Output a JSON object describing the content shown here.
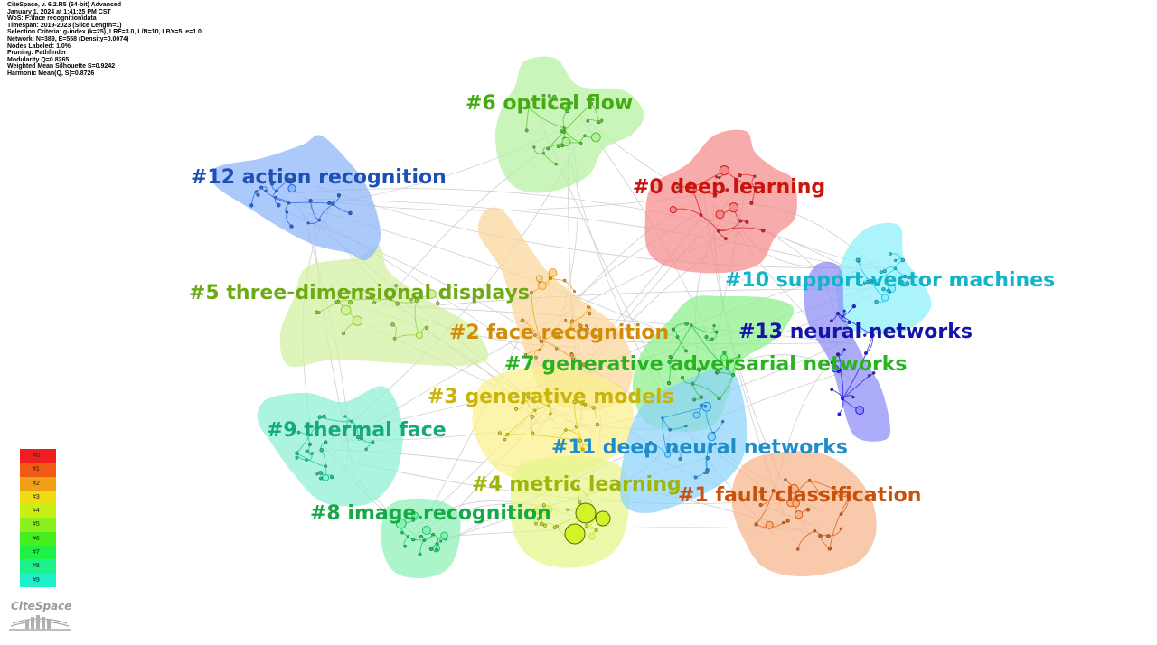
{
  "meta": {
    "lines": [
      "CiteSpace, v. 6.2.R5 (64-bit) Advanced",
      "January 1, 2024 at 1:41:25 PM CST",
      "WoS: F:\\face recognition\\data",
      "Timespan: 2019-2023 (Slice Length=1)",
      "Selection Criteria: g-index (k=25), LRF=3.0, L/N=10, LBY=5, e=1.0",
      "Network: N=389, E=558 (Density=0.0074)",
      "Nodes Labeled: 1.0%",
      "Pruning: Pathfinder",
      "Modularity Q=0.8265",
      "Weighted Mean Silhouette S=0.9242",
      "Harmonic Mean(Q, S)=0.8726"
    ]
  },
  "clusters": [
    {
      "id": "0",
      "label": "#0 deep learning",
      "text_color": "#c8140a",
      "fill": "#f48a8a",
      "node_color": "#d21e1e"
    },
    {
      "id": "1",
      "label": "#1 fault classification",
      "text_color": "#c8500a",
      "fill": "#f7b48a",
      "node_color": "#e05a10"
    },
    {
      "id": "2",
      "label": "#2 face recognition",
      "text_color": "#d28c0a",
      "fill": "#fbd59a",
      "node_color": "#e8a020"
    },
    {
      "id": "3",
      "label": "#3 generative models",
      "text_color": "#c8b40a",
      "fill": "#fbf08a",
      "node_color": "#e0d020"
    },
    {
      "id": "4",
      "label": "#4 metric learning",
      "text_color": "#a0b40a",
      "fill": "#e6f58a",
      "node_color": "#c8e620"
    },
    {
      "id": "5",
      "label": "#5 three-dimensional displays",
      "text_color": "#6eaa14",
      "fill": "#d2f0a0",
      "node_color": "#8cd232"
    },
    {
      "id": "6",
      "label": "#6 optical flow",
      "text_color": "#46aa14",
      "fill": "#b4f0a0",
      "node_color": "#50c828"
    },
    {
      "id": "7",
      "label": "#7 generative adversarial networks",
      "text_color": "#28b41e",
      "fill": "#8cf08c",
      "node_color": "#28c83c"
    },
    {
      "id": "8",
      "label": "#8 image recognition",
      "text_color": "#14aa46",
      "fill": "#8cf0b4",
      "node_color": "#14c864"
    },
    {
      "id": "9",
      "label": "#9 thermal face",
      "text_color": "#14aa78",
      "fill": "#8cf0d2",
      "node_color": "#14c896"
    },
    {
      "id": "10",
      "label": "#10 support vector machines",
      "text_color": "#14b4c8",
      "fill": "#8cf0fa",
      "node_color": "#14c8e6"
    },
    {
      "id": "11",
      "label": "#11 deep neural networks",
      "text_color": "#1e8cc8",
      "fill": "#8cd2fa",
      "node_color": "#1e96e6"
    },
    {
      "id": "12",
      "label": "#12 action recognition",
      "text_color": "#1e50b4",
      "fill": "#8cb4fa",
      "node_color": "#1e64e6"
    },
    {
      "id": "13",
      "label": "#13 neural networks",
      "text_color": "#1414aa",
      "fill": "#8c8cf5",
      "node_color": "#1e1ee6"
    }
  ],
  "legend": {
    "items": [
      {
        "label": "#0",
        "color": "#f01e1e"
      },
      {
        "label": "#1",
        "color": "#f05a14"
      },
      {
        "label": "#2",
        "color": "#f0a014"
      },
      {
        "label": "#3",
        "color": "#f0dc14"
      },
      {
        "label": "#4",
        "color": "#c8f014"
      },
      {
        "label": "#5",
        "color": "#8cf01e"
      },
      {
        "label": "#6",
        "color": "#46f01e"
      },
      {
        "label": "#7",
        "color": "#1ef046"
      },
      {
        "label": "#8",
        "color": "#1ef08c"
      },
      {
        "label": "#9",
        "color": "#1ef0c8"
      }
    ]
  },
  "logo": {
    "text": "CiteSpace"
  }
}
